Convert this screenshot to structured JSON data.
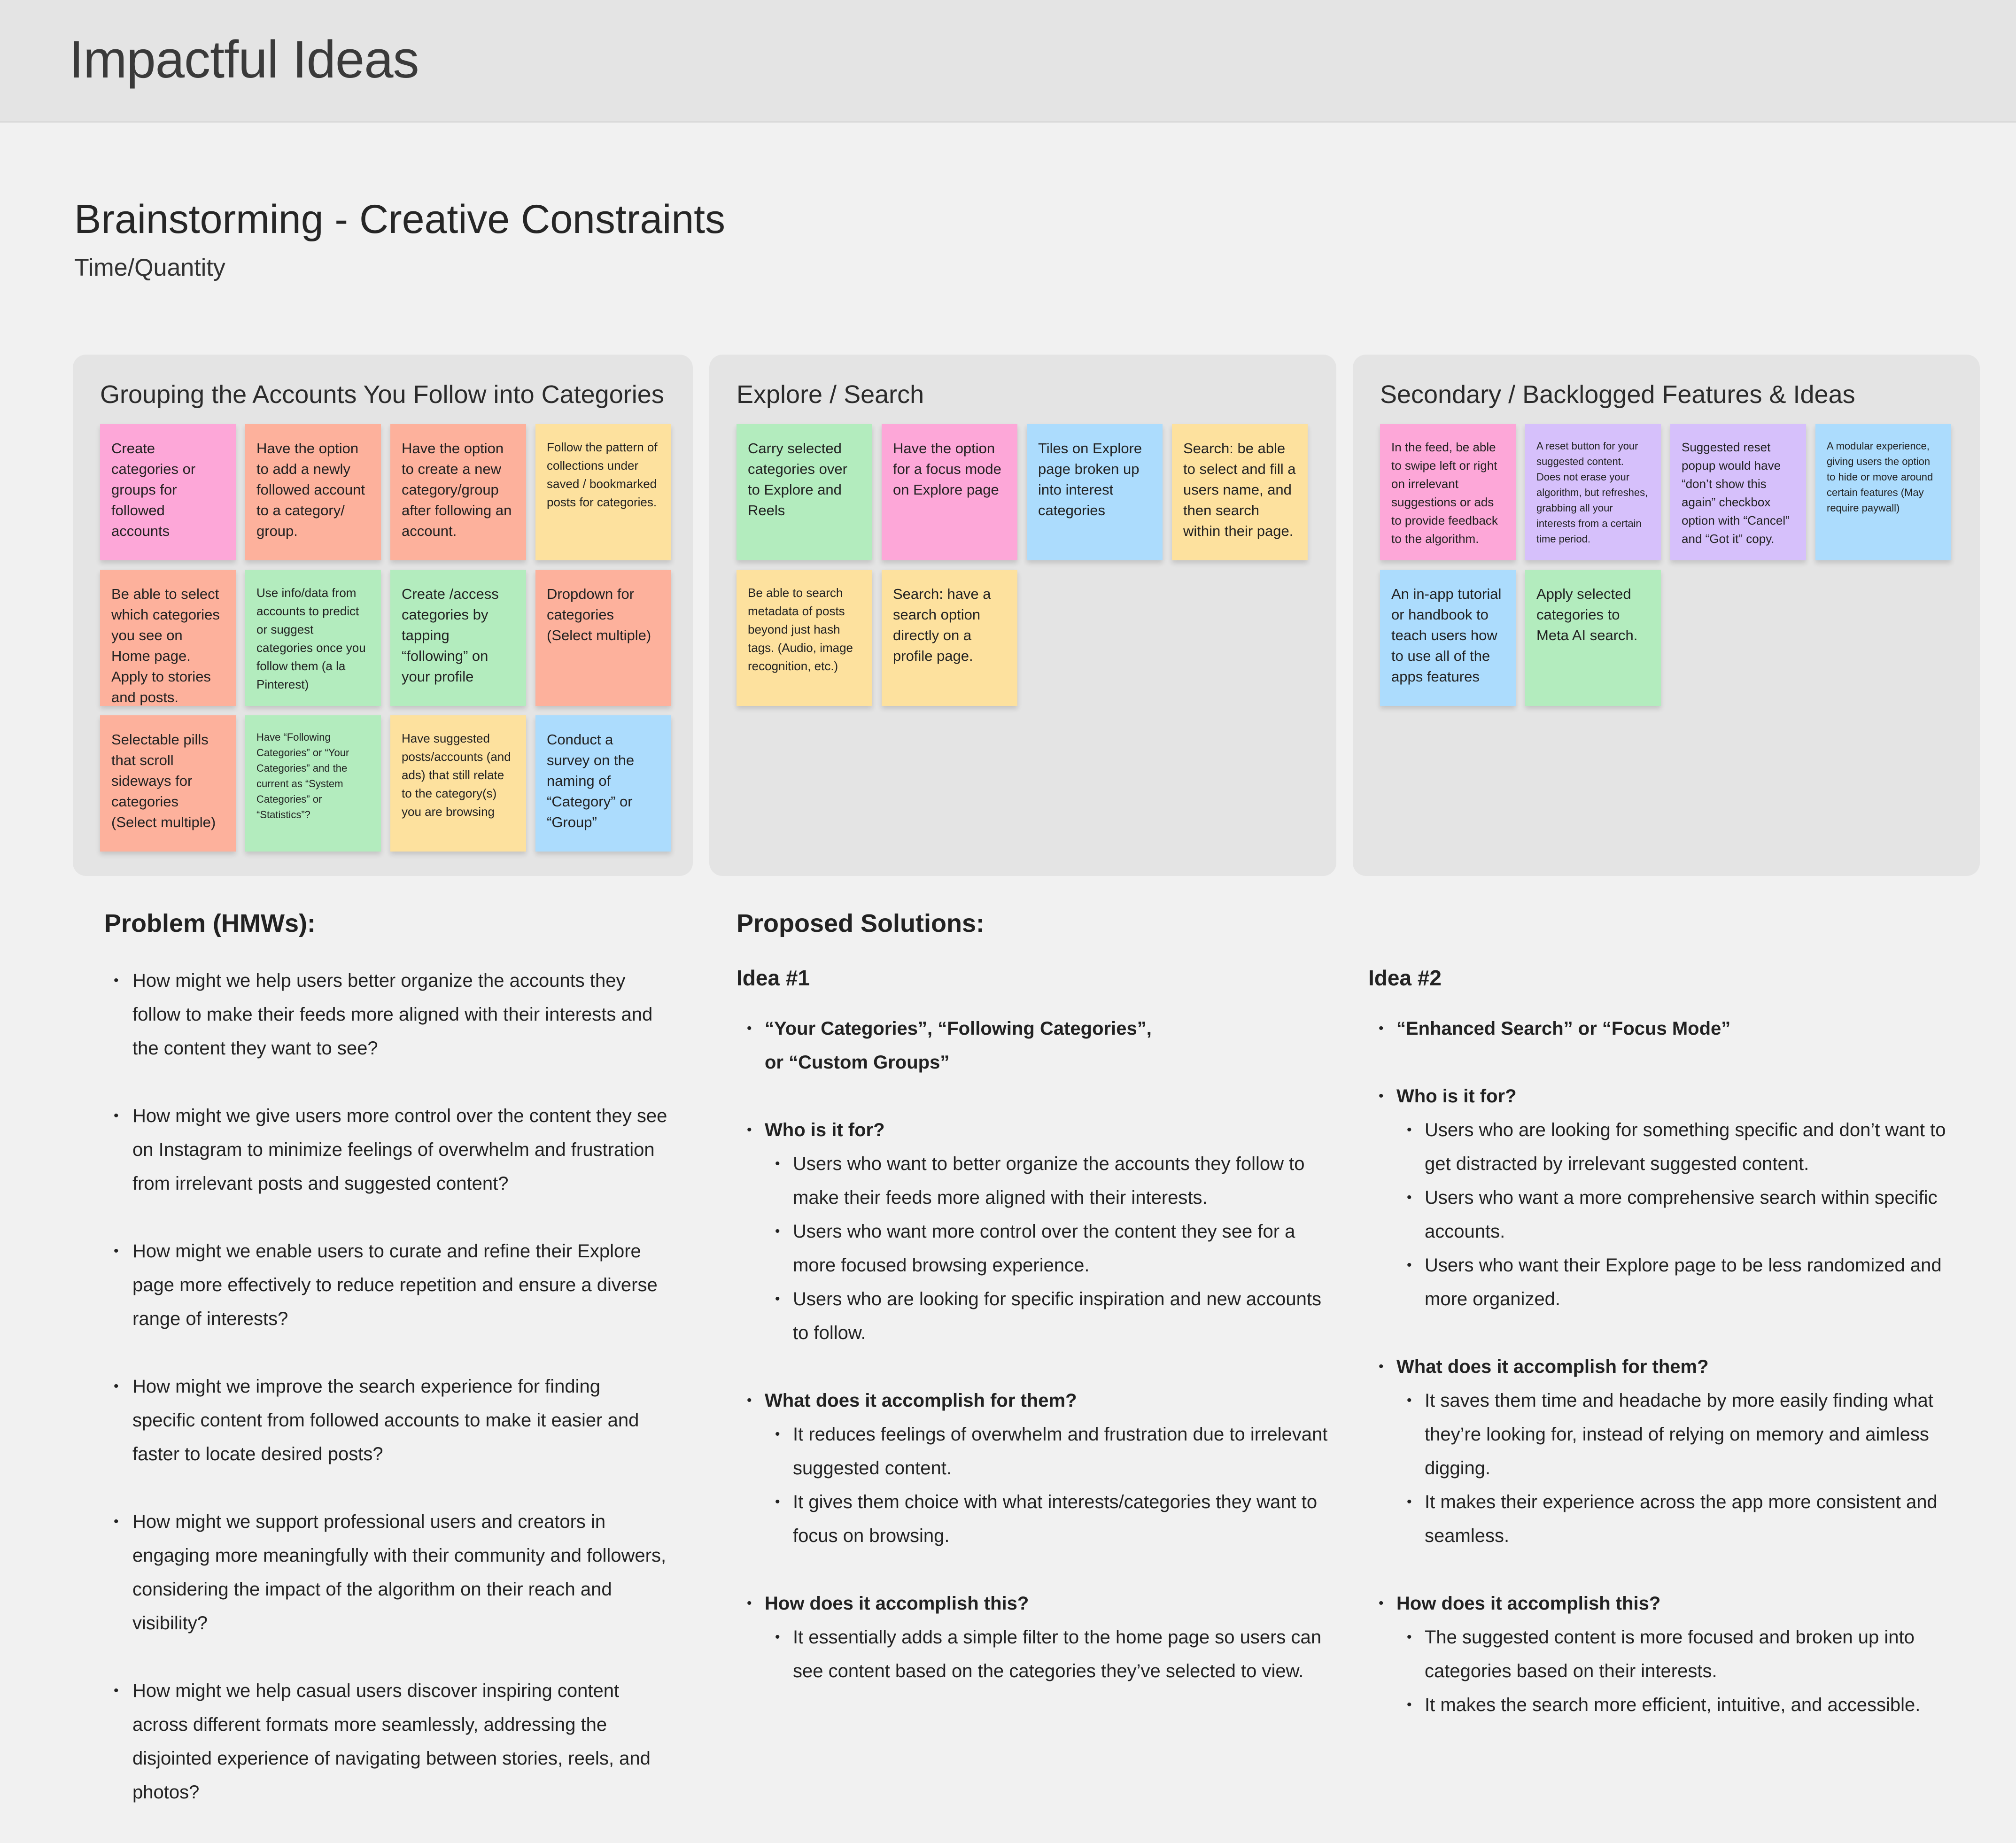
{
  "header": {
    "title": "Impactful Ideas"
  },
  "section": {
    "title": "Brainstorming - Creative Constraints",
    "subtitle": "Time/Quantity"
  },
  "panels": [
    {
      "title": "Grouping the Accounts You Follow into Categories",
      "notes": [
        {
          "color": "#fda7d8",
          "text": "Create categories or groups for followed accounts"
        },
        {
          "color": "#fdb19c",
          "text": "Have the option to add a newly followed account to a category/ group."
        },
        {
          "color": "#fdb19c",
          "text": "Have the option to create a new category/group after following an account."
        },
        {
          "color": "#fde19e",
          "text": "Follow the pattern of collections under saved / bookmarked posts for categories."
        },
        {
          "color": "#fdb19c",
          "text": "Be able to select which categories you see on Home page. Apply to stories and posts."
        },
        {
          "color": "#b3ecbe",
          "text": "Use info/data from accounts to predict or suggest categories once you follow them (a la Pinterest)"
        },
        {
          "color": "#b3ecbe",
          "text": "Create /access categories by tapping “following” on your profile"
        },
        {
          "color": "#fdb19c",
          "text": "Dropdown for categories (Select multiple)"
        },
        {
          "color": "#fdb19c",
          "text": "Selectable pills that scroll sideways for categories (Select multiple)"
        },
        {
          "color": "#b3ecbe",
          "text": "Have “Following Categories” or “Your Categories” and the current as “System Categories” or “Statistics”?"
        },
        {
          "color": "#fde19e",
          "text": "Have suggested posts/accounts (and ads) that still relate to the category(s) you are browsing"
        },
        {
          "color": "#acdcfd",
          "text": "Conduct a survey on the naming of “Category” or “Group”"
        }
      ]
    },
    {
      "title": "Explore / Search",
      "notes": [
        {
          "color": "#b3ecbe",
          "text": "Carry selected categories over to Explore and Reels"
        },
        {
          "color": "#fda7d8",
          "text": "Have the option for a focus mode on Explore page"
        },
        {
          "color": "#acdcfd",
          "text": "Tiles on Explore page broken up into interest categories"
        },
        {
          "color": "#fde19e",
          "text": "Search: be able to select and fill a users name, and then search within their page."
        },
        {
          "color": "#fde19e",
          "text": "Be able to search metadata of posts beyond just hash tags. (Audio, image recognition, etc.)"
        },
        {
          "color": "#fde19e",
          "text": "Search: have a search option directly on a profile page."
        }
      ]
    },
    {
      "title": "Secondary / Backlogged Features & Ideas",
      "notes": [
        {
          "color": "#fda7d8",
          "text": "In the feed, be able to swipe left or right on irrelevant suggestions or ads to provide feedback to the algorithm."
        },
        {
          "color": "#d6c0fb",
          "text": "A reset button for your suggested content. Does not erase your algorithm, but refreshes, grabbing all your interests from a certain time period."
        },
        {
          "color": "#d6c0fb",
          "text": "Suggested reset popup would have “don’t show this again” checkbox option with “Cancel” and “Got it” copy."
        },
        {
          "color": "#acdcfd",
          "text": "A modular experience, giving users the option to hide or move around certain features (May require paywall)"
        },
        {
          "color": "#acdcfd",
          "text": "An in-app tutorial or handbook to teach users how to use all of the apps features"
        },
        {
          "color": "#b3ecbe",
          "text": "Apply selected categories to Meta AI search."
        }
      ]
    }
  ],
  "problem": {
    "title": "Problem (HMWs):",
    "items": [
      "How might we help users better organize the accounts they follow to make their feeds more aligned with their interests and the content they want to see?",
      "How might we give users more control over the content they see on Instagram to minimize feelings of overwhelm and frustration from irrelevant posts and suggested content?",
      "How might we enable users to curate and refine their Explore page more effectively to reduce repetition and ensure a diverse range of interests?",
      "How might we improve the search experience for finding specific content from followed accounts to make it easier and faster to locate desired posts?",
      "How might we support professional users and creators in engaging more meaningfully with their community and followers, considering the impact of the algorithm on their reach and visibility?",
      "How might we help casual users discover inspiring content across different formats more seamlessly, addressing the disjointed experience of navigating between stories, reels, and photos?"
    ]
  },
  "solutions": {
    "title": "Proposed Solutions:",
    "idea1": {
      "title": "Idea #1",
      "name": "“Your Categories”, “Following Categories”, or “Custom Groups”",
      "who_label": "Who is it for?",
      "who": [
        "Users who want to better organize the accounts they follow to make their feeds more aligned with their interests.",
        "Users who want more control over the content they see for a more focused browsing experience.",
        "Users who are looking for specific inspiration and new accounts to follow."
      ],
      "what_label": "What does it accomplish for them?",
      "what": [
        "It reduces feelings of overwhelm and frustration due to irrelevant suggested content.",
        "It gives them choice with what interests/categories they want to focus on browsing."
      ],
      "how_label": "How does it accomplish this?",
      "how": [
        "It essentially adds a simple filter to the home page so users can see content based on the categories they’ve selected to view."
      ]
    },
    "idea2": {
      "title": "Idea #2",
      "name": "“Enhanced Search” or “Focus Mode”",
      "who_label": "Who is it for?",
      "who": [
        "Users who are looking for something specific and don’t want to get distracted by irrelevant suggested content.",
        "Users who want a more comprehensive search within specific accounts.",
        "Users who want their Explore page to be less randomized and more organized."
      ],
      "what_label": "What does it accomplish for them?",
      "what": [
        "It saves them time and headache by more easily finding what they’re looking for, instead of relying on memory and aimless digging.",
        "It makes their experience across the app more consistent and seamless."
      ],
      "how_label": "How does it accomplish this?",
      "how": [
        "The suggested content is more focused and broken up into categories based on their interests.",
        "It makes the search more efficient, intuitive, and accessible."
      ]
    }
  }
}
